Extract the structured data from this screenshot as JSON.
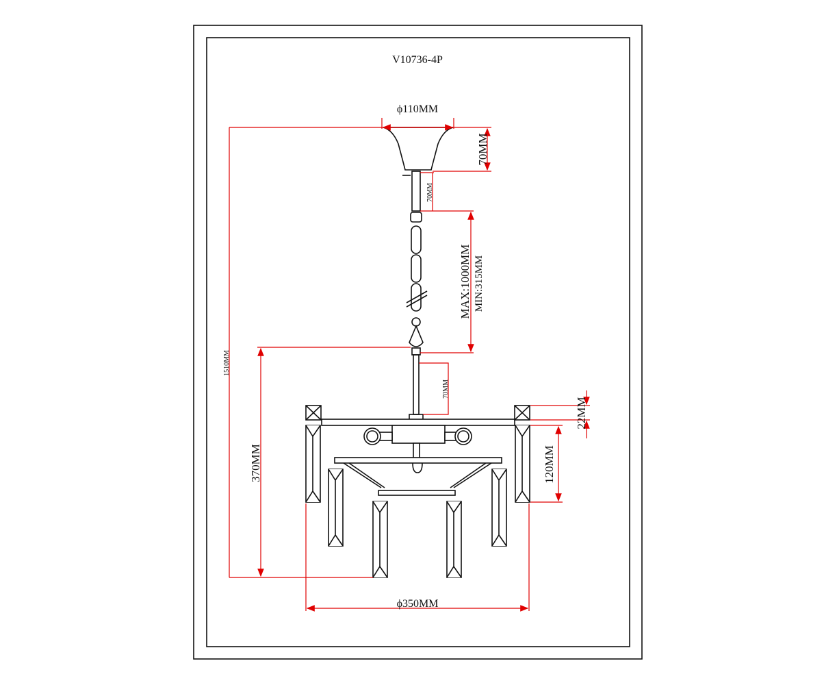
{
  "title": "V10736-4P",
  "dimensions": {
    "canopy_diameter": "ϕ110MM",
    "canopy_height": "70MM",
    "top_rod": "70MM",
    "chain_max": "MAX:1000MM",
    "chain_min": "MIN:315MM",
    "total_height": "1510MM",
    "body_height": "370MM",
    "lower_rod": "70MM",
    "frame_thickness": "22MM",
    "crystal_length": "120MM",
    "body_diameter": "ϕ350MM"
  },
  "colors": {
    "dimension": "#e00000",
    "outline": "#111111"
  }
}
